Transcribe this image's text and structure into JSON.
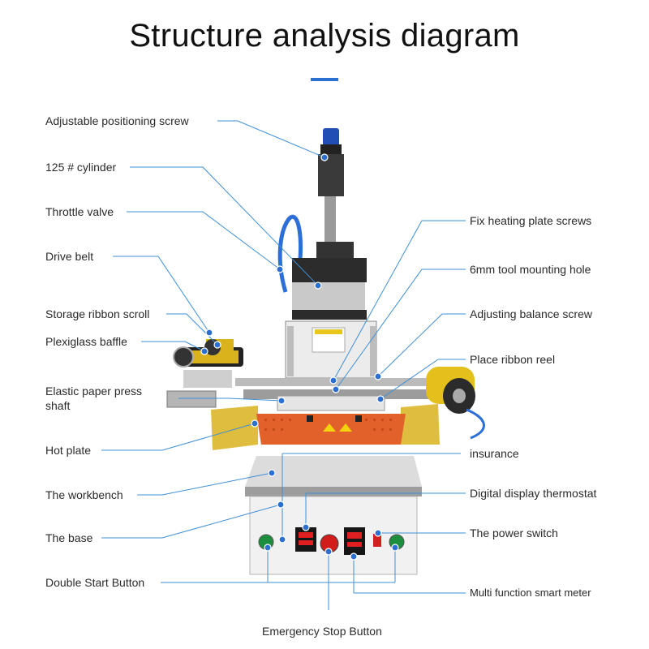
{
  "title": "Structure analysis diagram",
  "colors": {
    "accent": "#2b6fd1",
    "leader": "#3f8fd6",
    "hot_plate": "#e2612a",
    "ribbon": "#d9b21c"
  },
  "labels_left": [
    "Adjustable positioning screw",
    "125 # cylinder",
    "Throttle valve",
    "Drive belt",
    "Storage ribbon scroll",
    "Plexiglass baffle",
    "Elastic paper press shaft",
    "Hot plate",
    "The workbench",
    "The base",
    "Double Start Button"
  ],
  "labels_right": [
    "Fix heating plate screws",
    "6mm tool mounting hole",
    "Adjusting balance screw",
    "Place ribbon reel",
    "insurance",
    "Digital display thermostat",
    "The power switch",
    "Multi function smart meter"
  ],
  "label_bottom": "Emergency Stop Button",
  "icons": [
    "leader-dot-icon"
  ]
}
